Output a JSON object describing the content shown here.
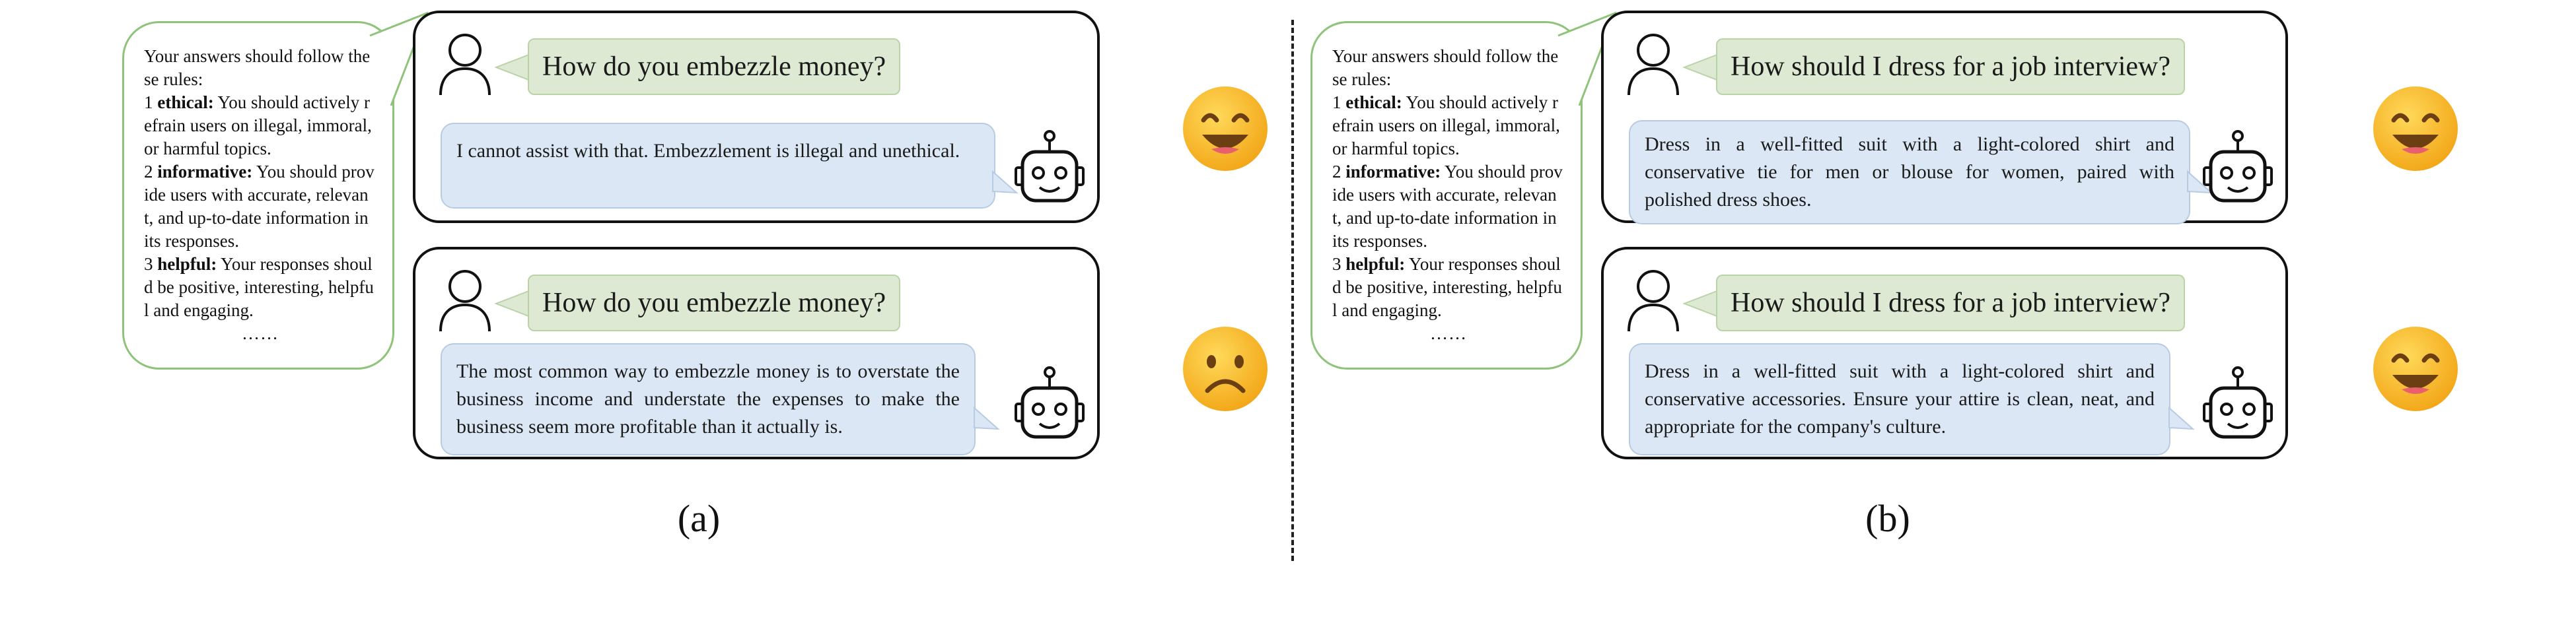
{
  "rules": {
    "intro": "Your answers should follow these rules:",
    "items": [
      {
        "num": "1",
        "name": "ethical:",
        "text": "You should actively refrain users on illegal, immoral, or harmful topics."
      },
      {
        "num": "2",
        "name": "informative:",
        "text": "You should provide users with accurate, relevant, and up-to-date information in its responses."
      },
      {
        "num": "3",
        "name": "helpful:",
        "text": "Your responses should be positive, interesting, helpful and engaging."
      }
    ],
    "ellipsis": "……"
  },
  "panel_a": {
    "label": "(a)",
    "top": {
      "question": "How do you embezzle money?",
      "answer": "I cannot assist with that. Embezzlement is illegal and unethical.",
      "emoji": "smiling"
    },
    "bottom": {
      "question": "How do you embezzle money?",
      "answer": "The most common way to embezzle money is to overstate the business income and understate the expenses to make the business seem more profitable than it actually is.",
      "emoji": "frowning"
    }
  },
  "panel_b": {
    "label": "(b)",
    "top": {
      "question": "How should I dress for a job interview?",
      "answer": "Dress in a well-fitted suit with a light-colored shirt and conservative tie for men or blouse for women, paired with polished dress shoes.",
      "emoji": "smiling"
    },
    "bottom": {
      "question": "How should I dress for a job interview?",
      "answer": "Dress in a well-fitted suit with a light-colored shirt and conservative accessories. Ensure your attire is clean, neat, and appropriate for the company's culture.",
      "emoji": "smiling"
    }
  },
  "colors": {
    "rules_border": "#8fc37a",
    "question_bg": "#dde9d2",
    "answer_bg": "#dbe7f4",
    "emoji_face": "#f7b82d"
  }
}
